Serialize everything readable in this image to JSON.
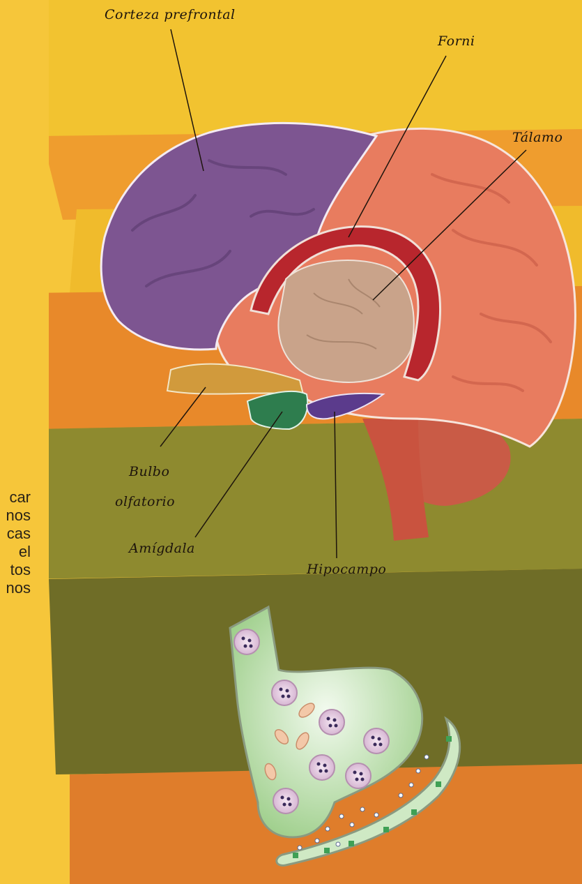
{
  "labels": {
    "prefrontal": "Corteza prefrontal",
    "fornix": "Forni",
    "thalamus": "Tálamo",
    "olfactory_line1": "Bulbo",
    "olfactory_line2": "olfatorio",
    "amygdala": "Amígdala",
    "hippocampus": "Hipocampo"
  },
  "side_text": [
    "car",
    "nos",
    "cas",
    "el",
    "tos",
    "nos"
  ],
  "colors": {
    "background": "#f6c63a",
    "stripe_yellow": "#f1c02a",
    "stripe_orange": "#ea8f2a",
    "stripe_olive": "#8d8a2e",
    "stripe_dark_olive": "#6e6d26",
    "cortex_purple": "#7d5591",
    "brain_salmon": "#e87c5f",
    "fornix_red": "#b8262d",
    "thalamus_tan": "#c9a38a",
    "olfactory_bulb": "#d19a3c",
    "amygdala_green": "#2e7d4e",
    "hippocampus_purple": "#5b3b8c",
    "synapse_green": "#bfe0b0"
  }
}
